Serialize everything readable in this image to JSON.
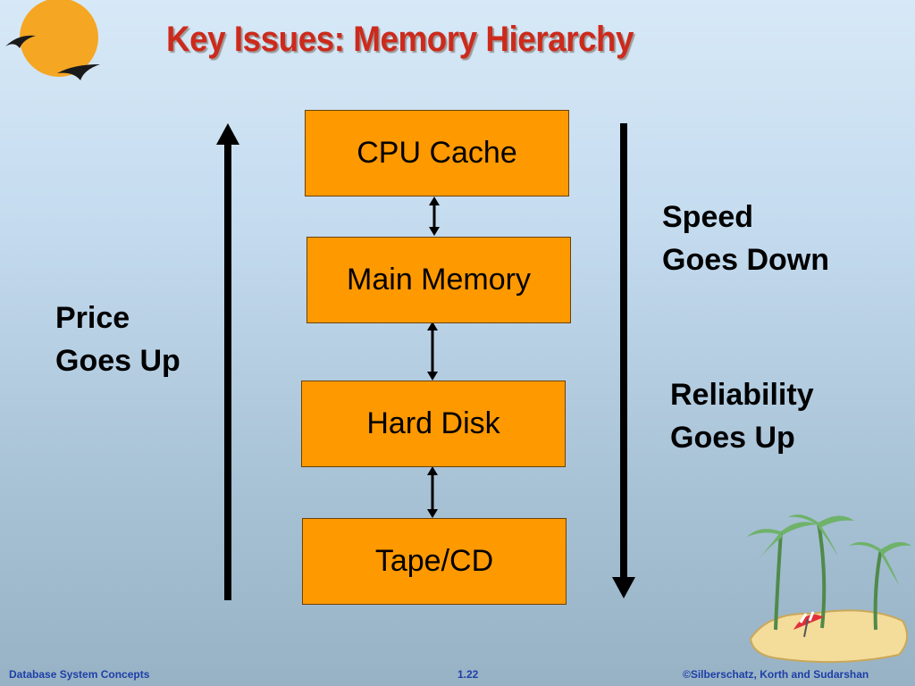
{
  "title": "Key Issues: Memory Hierarchy",
  "boxes": [
    "CPU Cache",
    "Main Memory",
    "Hard Disk",
    "Tape/CD"
  ],
  "left_label": {
    "line1": "Price",
    "line2": "Goes Up"
  },
  "right_top_label": {
    "line1": "Speed",
    "line2": "Goes Down"
  },
  "right_bottom_label": {
    "line1": "Reliability",
    "line2": "Goes Up"
  },
  "footer": {
    "left": "Database System Concepts",
    "center": "1.22",
    "right": "©Silberschatz, Korth and Sudarshan"
  },
  "colors": {
    "box_fill": "#ff9900",
    "title": "#cc2a1c",
    "footer": "#1f3fa6",
    "sun": "#f5a623"
  },
  "icons": [
    "sun-with-birds-logo",
    "palm-island-clipart"
  ]
}
